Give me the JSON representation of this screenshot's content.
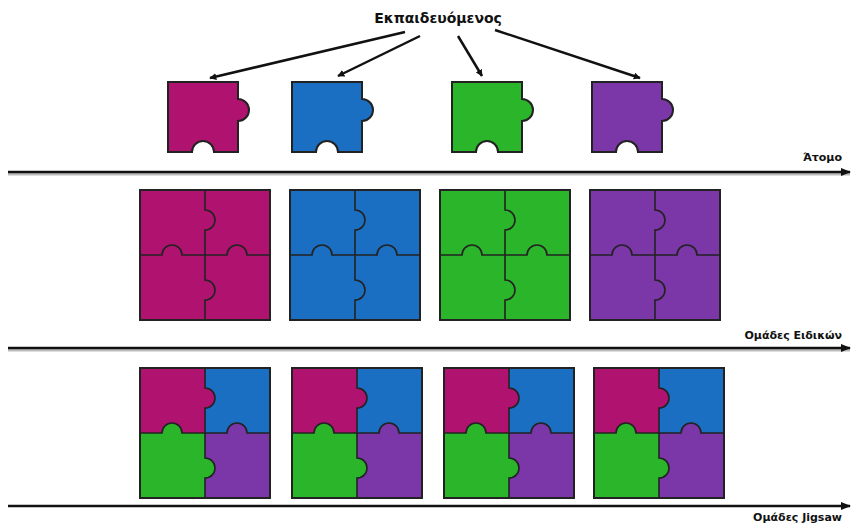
{
  "diagram": {
    "labels": [
      "Εκπαιδευόμενος",
      "Άτομο",
      "Ομάδες Ειδικών",
      "Ομάδες Jigsaw"
    ]
  }
}
